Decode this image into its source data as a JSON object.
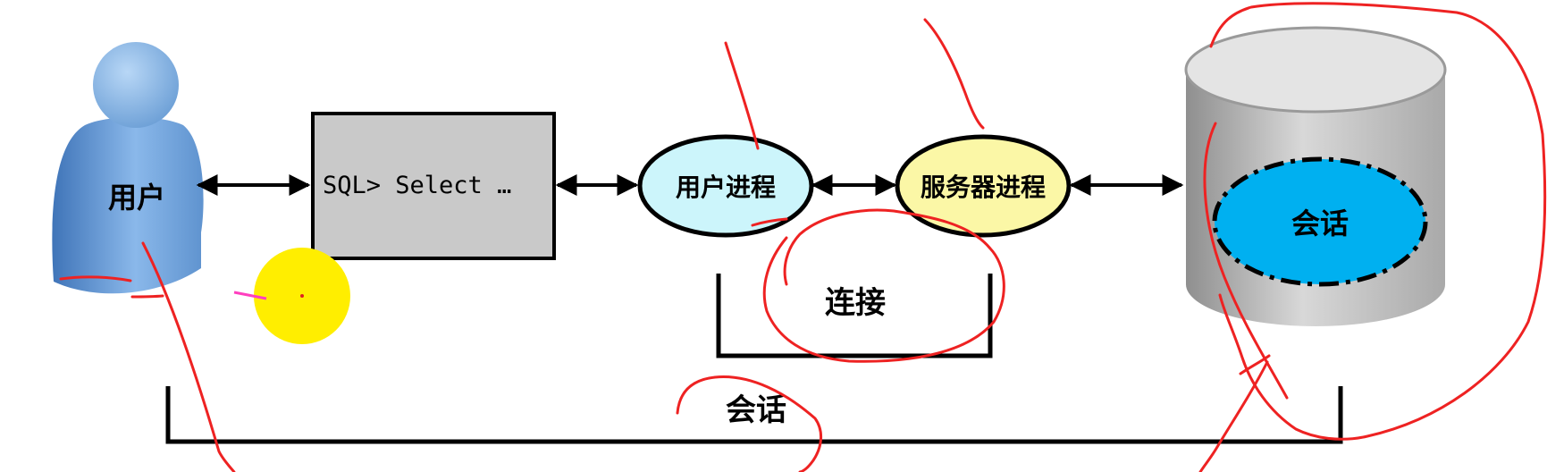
{
  "diagram": {
    "user_label": "用户",
    "sql_prompt": "SQL> Select …",
    "user_process_label": "用户进程",
    "server_process_label": "服务器进程",
    "db_session_label": "会话",
    "connection_label": "连接",
    "session_label": "会话"
  },
  "colors": {
    "user_figure": "#6c9fd6",
    "sql_box": "#c9c9c9",
    "user_process": "#ccf5fb",
    "server_process": "#fbf7a6",
    "db_session": "#00b0f0",
    "cylinder": "#bdbdbd",
    "annotation": "#ee2222",
    "cursor_highlight": "#ffee00"
  }
}
